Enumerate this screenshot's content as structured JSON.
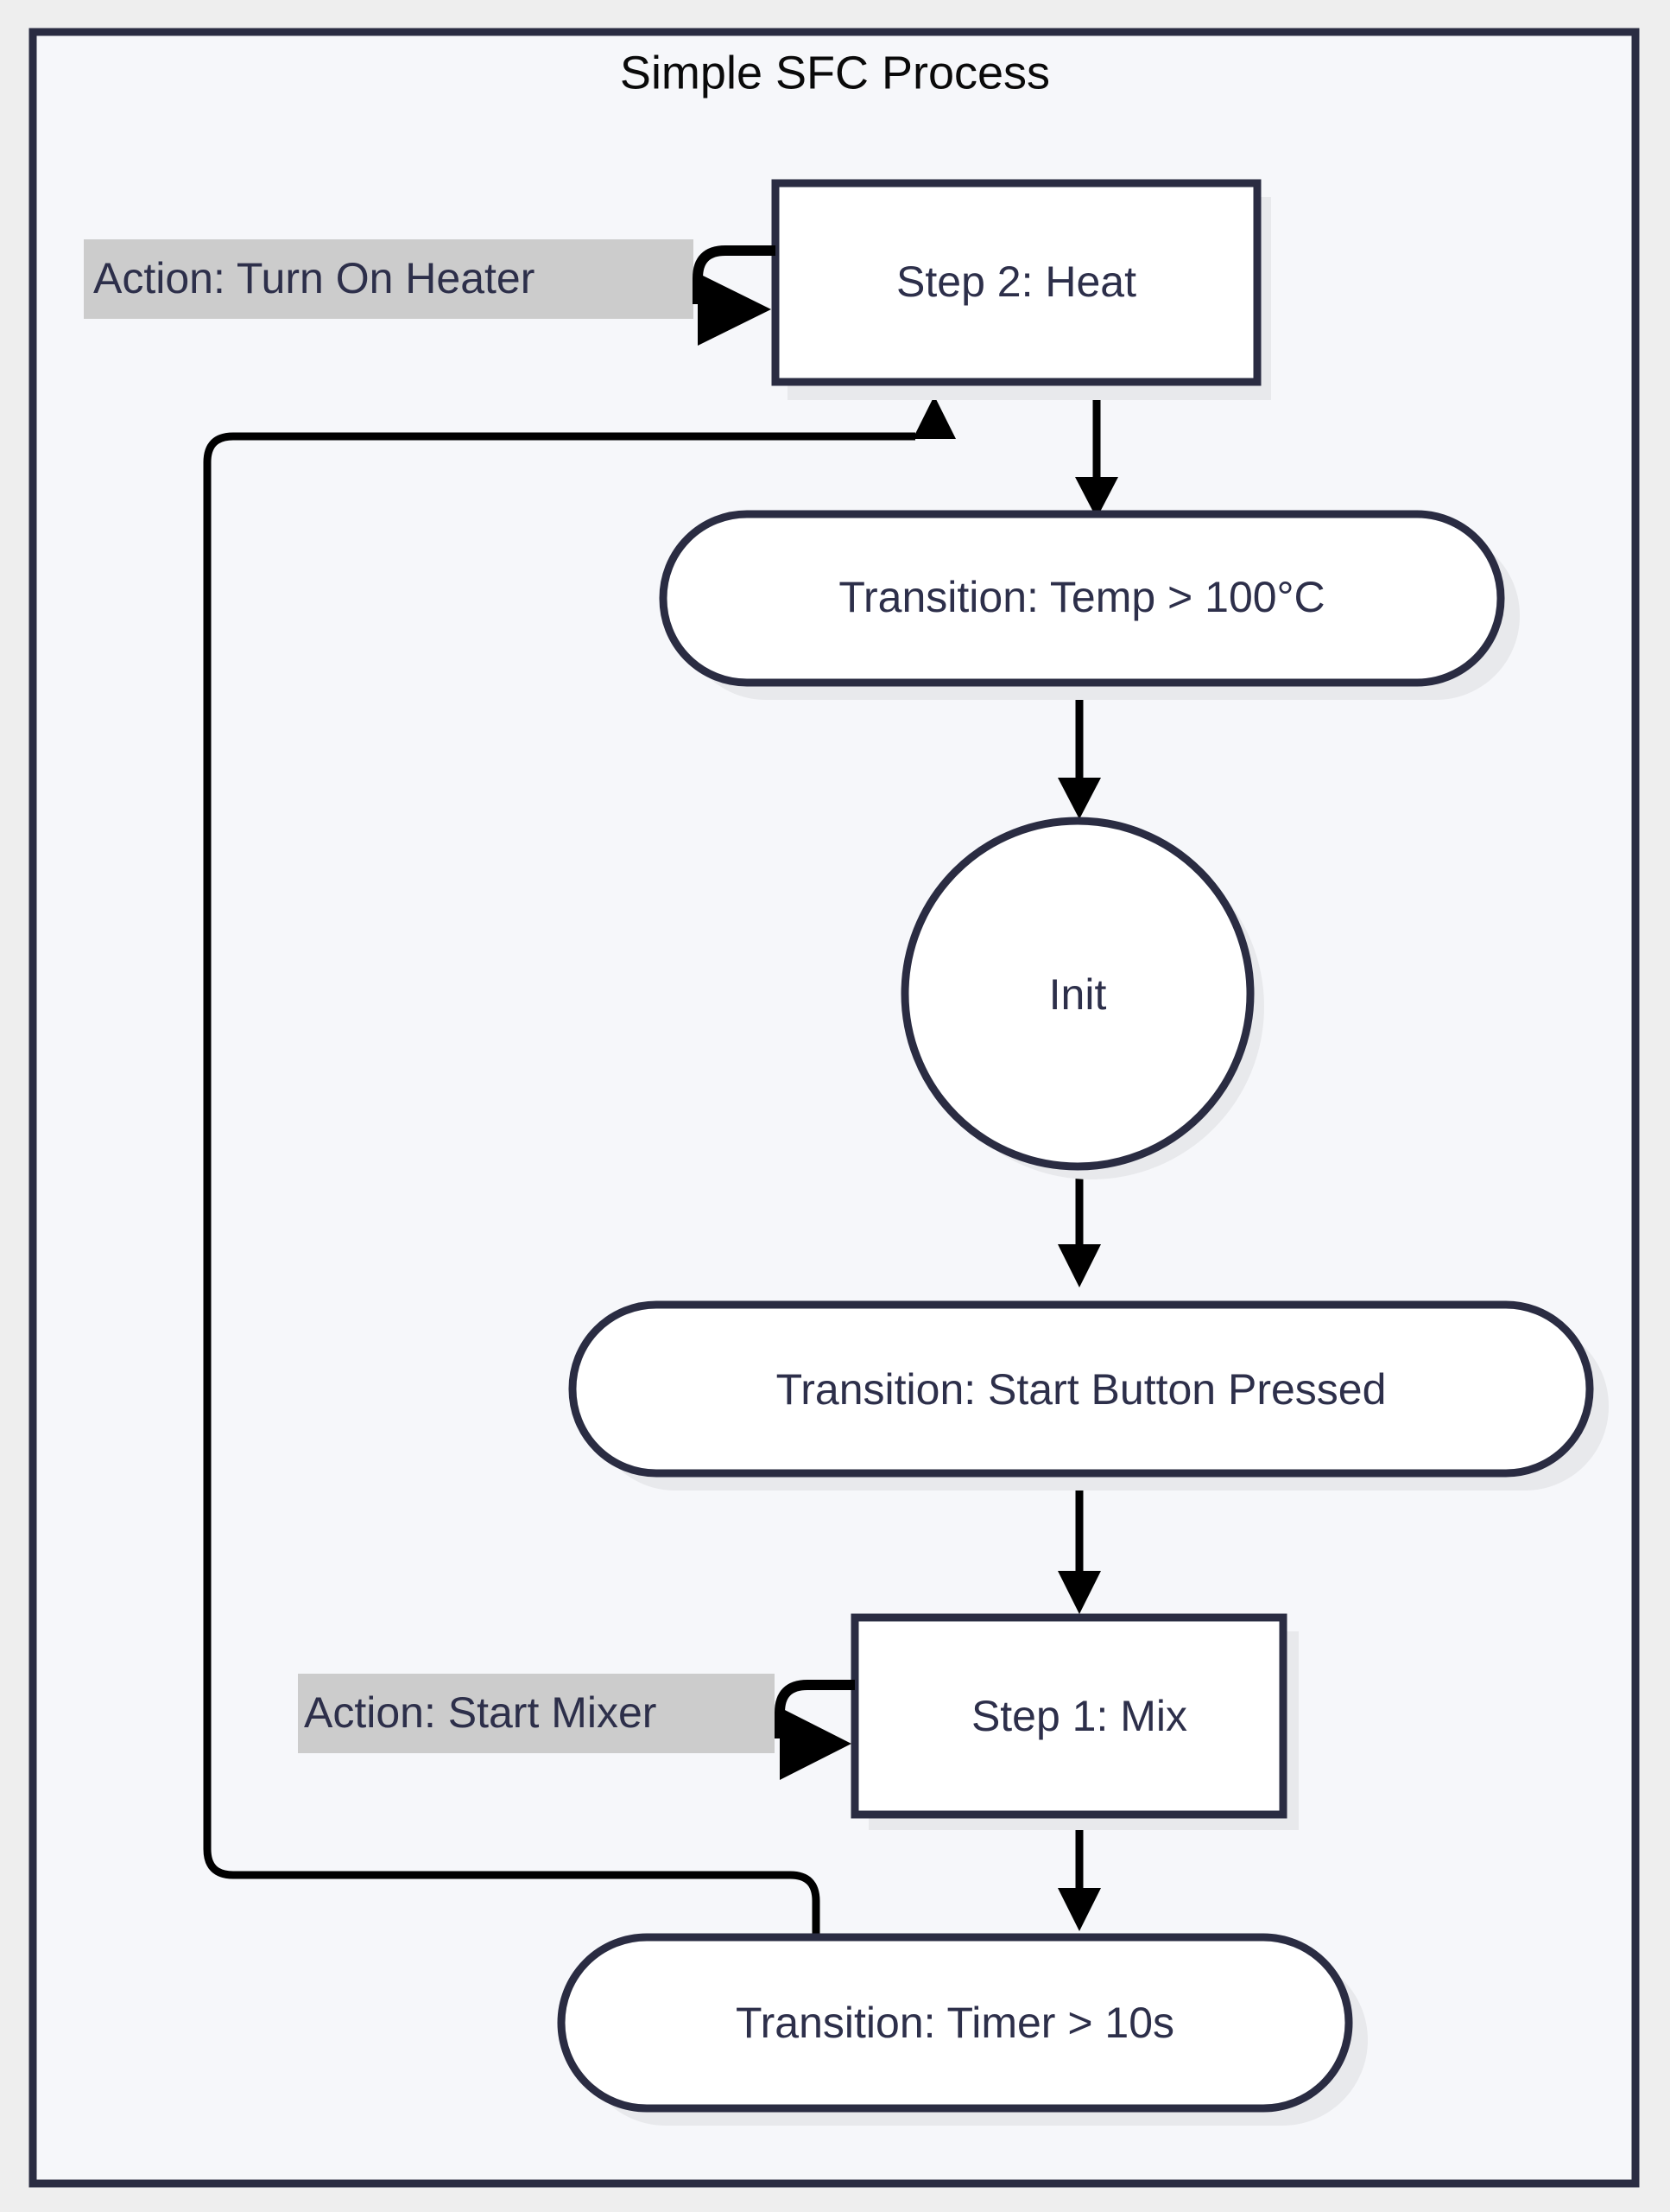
{
  "diagram": {
    "title": "Simple SFC Process",
    "type": "sfc-flowchart",
    "colors": {
      "frame_background": "#f6f7fa",
      "page_background": "#eeeeee",
      "node_stroke": "#2a2c42",
      "node_fill": "#ffffff",
      "node_text": "#2d2f4a",
      "title_text": "#0a0a0a",
      "action_label_background": "#cccccc",
      "edge": "#000000",
      "node_shadow": "#e8e9ec"
    },
    "nodes": [
      {
        "id": "step2",
        "shape": "rectangle",
        "label": "Step 2: Heat"
      },
      {
        "id": "trans_temp",
        "shape": "stadium",
        "label": "Transition: Temp > 100°C"
      },
      {
        "id": "init",
        "shape": "circle",
        "label": "Init"
      },
      {
        "id": "trans_start",
        "shape": "stadium",
        "label": "Transition: Start Button Pressed"
      },
      {
        "id": "step1",
        "shape": "rectangle",
        "label": "Step 1: Mix"
      },
      {
        "id": "trans_timer",
        "shape": "stadium",
        "label": "Transition: Timer > 10s"
      }
    ],
    "action_labels": [
      {
        "id": "action_heater",
        "label": "Action: Turn On Heater",
        "attached_to": "step2"
      },
      {
        "id": "action_mixer",
        "label": "Action: Start Mixer",
        "attached_to": "step1"
      }
    ],
    "edges": [
      {
        "from": "step2",
        "to": "trans_temp",
        "style": "arrow-down"
      },
      {
        "from": "trans_temp",
        "to": "init",
        "style": "arrow-down"
      },
      {
        "from": "init",
        "to": "trans_start",
        "style": "arrow-down"
      },
      {
        "from": "trans_start",
        "to": "step1",
        "style": "arrow-down"
      },
      {
        "from": "step1",
        "to": "trans_timer",
        "style": "arrow-down"
      },
      {
        "from": "trans_timer",
        "to": "step2",
        "style": "feedback-loop-left"
      }
    ]
  }
}
